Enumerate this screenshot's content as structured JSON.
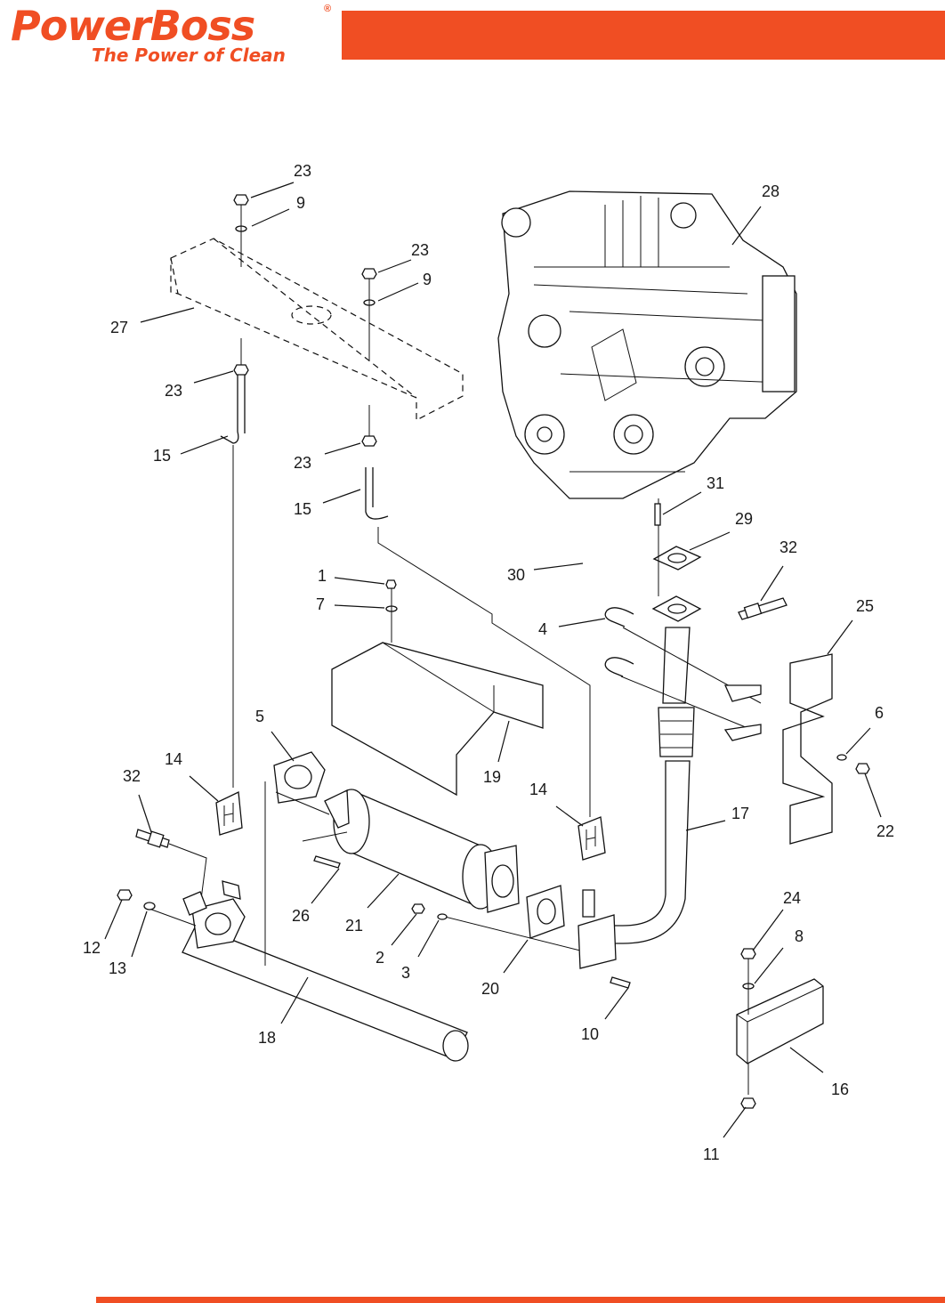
{
  "brand": {
    "name": "PowerBoss",
    "registered_mark": "®",
    "tagline": "The Power of Clean",
    "accent_color": "#F04E23"
  },
  "diagram": {
    "callouts": [
      "23",
      "9",
      "23",
      "9",
      "27",
      "23",
      "15",
      "23",
      "15",
      "28",
      "31",
      "29",
      "30",
      "32",
      "25",
      "1",
      "7",
      "4",
      "6",
      "5",
      "14",
      "32",
      "19",
      "14",
      "17",
      "22",
      "26",
      "21",
      "12",
      "13",
      "2",
      "3",
      "20",
      "24",
      "8",
      "18",
      "10",
      "16",
      "11"
    ]
  }
}
